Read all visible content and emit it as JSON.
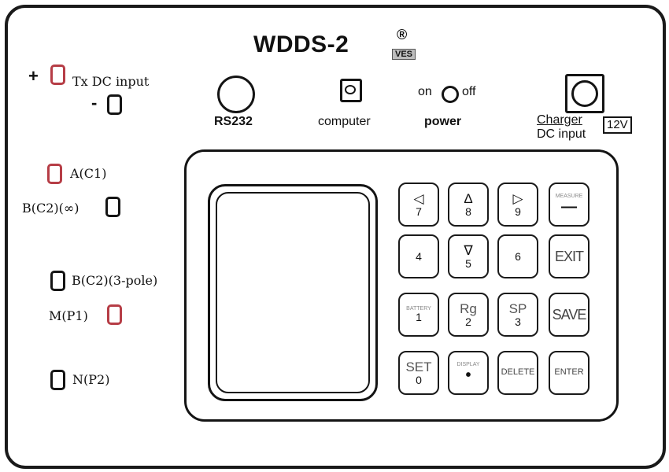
{
  "header": {
    "model": "WDDS-2",
    "registered": "®",
    "brand": "VES"
  },
  "terminals": {
    "tx_plus_sign": "+",
    "tx_label": "Tx DC input",
    "tx_minus_sign": "-",
    "a_label": "A(C1)",
    "b_inf_label": "B(C2)(∞)",
    "b_3pole_label": "B(C2)(3-pole)",
    "m_label": "M(P1)",
    "n_label": "N(P2)"
  },
  "ports": {
    "rs232": "RS232",
    "computer": "computer",
    "power_on": "on",
    "power_off": "off",
    "power": "power",
    "charger_line1": "Charger",
    "charger_line2": "DC input",
    "charger_voltage": "12V"
  },
  "keypad": [
    {
      "top": "◁",
      "bottom": "7"
    },
    {
      "top": "Δ",
      "bottom": "8"
    },
    {
      "top": "▷",
      "bottom": "9"
    },
    {
      "top": "MEASURE",
      "bottom": "—"
    },
    {
      "top": "",
      "bottom": "4"
    },
    {
      "top": "∇",
      "bottom": "5"
    },
    {
      "top": "",
      "bottom": "6"
    },
    {
      "top": "EXIT",
      "bottom": ""
    },
    {
      "top": "BATTERY",
      "bottom": "1"
    },
    {
      "top": "Rg",
      "bottom": "2"
    },
    {
      "top": "SP",
      "bottom": "3"
    },
    {
      "top": "SAVE",
      "bottom": ""
    },
    {
      "top": "SET",
      "bottom": "0"
    },
    {
      "top": "DISPLAY",
      "bottom": "•"
    },
    {
      "top": "DELETE",
      "bottom": ""
    },
    {
      "top": "ENTER",
      "bottom": ""
    }
  ],
  "colors": {
    "outline": "#141414",
    "terminal_red": "#b63d46",
    "brand_bg": "#bdbdbd"
  }
}
